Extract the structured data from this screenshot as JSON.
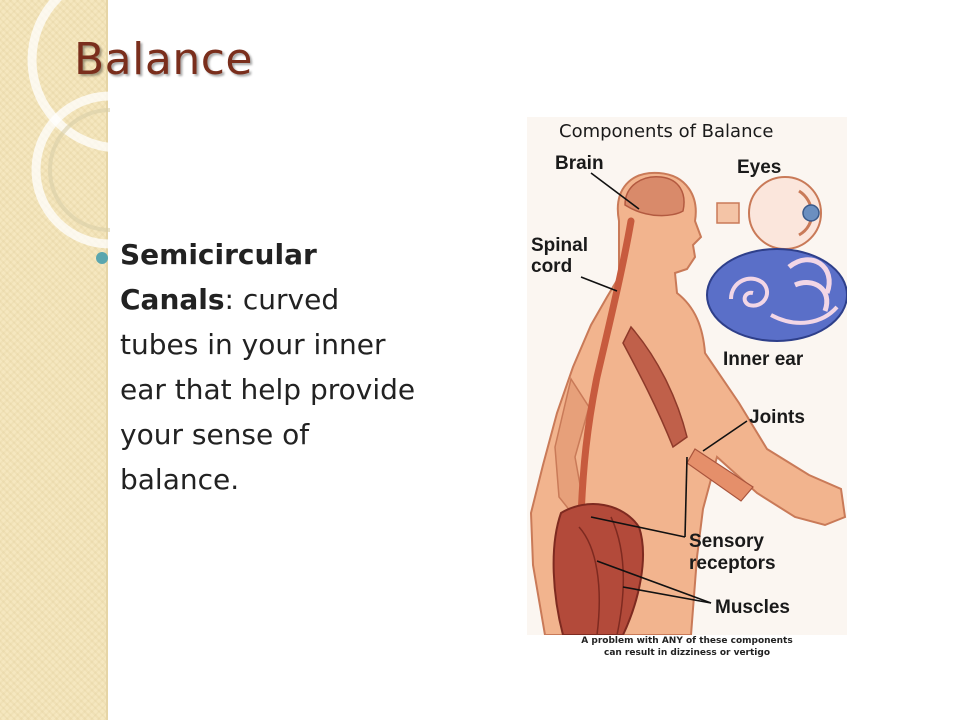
{
  "slide": {
    "title": "Balance",
    "bullet": {
      "term": "Semicircular Canals",
      "definition": ": curved tubes in your inner ear that help provide your sense of balance."
    }
  },
  "figure": {
    "title": "Components of Balance",
    "labels": {
      "brain": "Brain",
      "eyes": "Eyes",
      "spinal_cord_line1": "Spinal",
      "spinal_cord_line2": "cord",
      "inner_ear": "Inner ear",
      "joints": "Joints",
      "sensory_line1": "Sensory",
      "sensory_line2": "receptors",
      "muscles": "Muscles"
    },
    "caption_line1": "A problem with ANY of these components",
    "caption_line2": "can result in dizziness or vertigo"
  },
  "colors": {
    "title": "#7a2e1c",
    "bullet": "#5aa6ae",
    "strip": "#f5e7bf",
    "skin": "#f2b48e",
    "muscle": "#b8503e",
    "ear_blue": "#5a6fc8"
  }
}
